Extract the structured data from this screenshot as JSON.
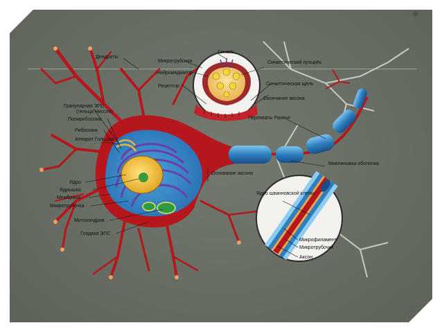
{
  "labels": {
    "dendrites": "Дендриты",
    "microtubules_top": "Микротрубочки",
    "neurotransmitter": "Нейромедиатор",
    "receptor": "Рецептор",
    "synapse": "Синапс",
    "synaptic_vesicle": "Синаптический пузырёк",
    "synaptic_cleft": "Синаптическая щель",
    "axon_terminal": "Окончание аксона",
    "rough_er": "Гранулярная ЭПС",
    "nissl": "(тельца Ниссля)",
    "polyribosome": "Полирибосома",
    "ribosome": "Рибосома",
    "golgi": "Аппарат Гольджи",
    "nucleus": "Ядро",
    "nucleolus": "Ядрышко",
    "membrane": "Мембрана",
    "microtubule_left": "Микротрубочка",
    "mitochondria": "Митохондрия",
    "smooth_er": "Гладкая ЭПС",
    "axon_hillock": "Основание аксона",
    "nodes_ranvier": "Перехваты Ранвье",
    "myelin": "Миелиновая оболочка",
    "schwann_nucleus": "Ядро шванновской клетки",
    "microfilament": "Микрофиламент",
    "microtubules_axon": "Микротрубочки",
    "axon": "Аксон"
  },
  "colors": {
    "cell_body": "#b5171c",
    "nucleus": "#f2c12e",
    "er": "#6a3fa8",
    "myelin": "#2e7fc0",
    "panel": "#6b7068"
  }
}
